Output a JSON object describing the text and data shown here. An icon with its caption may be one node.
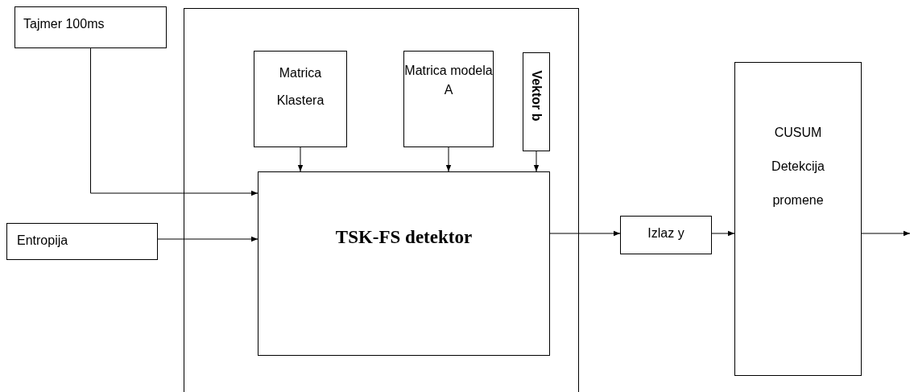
{
  "diagram": {
    "nodes": [
      {
        "text": [
          "Tajmer 100ms"
        ]
      },
      {
        "text": [],
        "shape": "box"
      },
      {
        "text": [
          "Matrica Klastera"
        ],
        "in": 1
      },
      {
        "text": [
          "Matrica modela A"
        ],
        "in": 1
      },
      {
        "text": [
          "Vektor b"
        ],
        "in": 1
      },
      {
        "text": [
          "TSK-FS detektor"
        ],
        "in": 1
      },
      {
        "text": [
          "Entropija"
        ]
      },
      {
        "text": [
          "Izlaz y"
        ]
      },
      {
        "text": [
          "CUSUM Detekcija promene"
        ]
      }
    ],
    "edges": [
      {
        "from": 0,
        "to": 5,
        "arrow": "to"
      },
      {
        "from": 6,
        "to": 5,
        "arrow": "to"
      },
      {
        "from": 2,
        "to": 5,
        "arrow": "to"
      },
      {
        "from": 3,
        "to": 5,
        "arrow": "to"
      },
      {
        "from": 4,
        "to": 5,
        "arrow": "to"
      },
      {
        "from": 5,
        "to": 7,
        "arrow": "to"
      },
      {
        "from": 7,
        "to": 8,
        "arrow": "to"
      },
      {
        "from": 8,
        "to": null,
        "arrow": "to"
      }
    ]
  }
}
